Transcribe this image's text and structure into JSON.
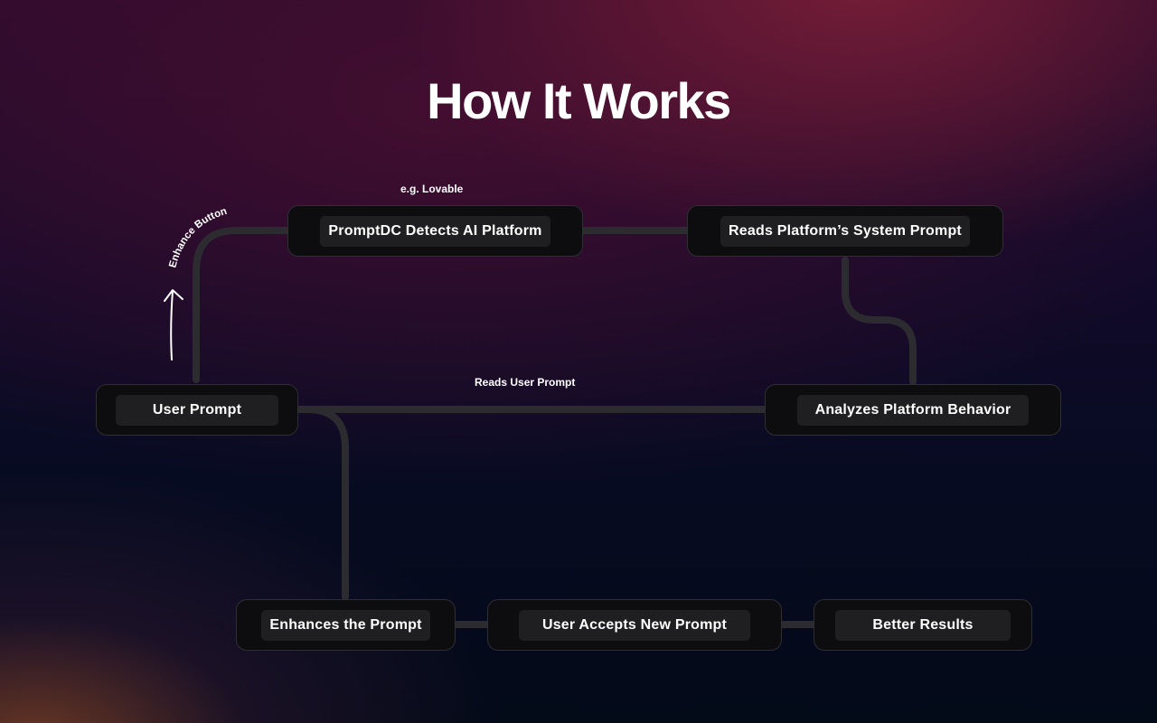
{
  "title": "How It Works",
  "nodes": {
    "detects": "PromptDC Detects AI Platform",
    "reads_system": "Reads Platform’s System Prompt",
    "user_prompt": "User Prompt",
    "analyzes": "Analyzes Platform Behavior",
    "enhances": "Enhances the Prompt",
    "accepts": "User Accepts New Prompt",
    "results": "Better Results"
  },
  "labels": {
    "example": "e.g. Lovable",
    "reads_user_prompt": "Reads User Prompt",
    "enhance_button": "Enhance Button"
  },
  "colors": {
    "connector": "#2c2c30",
    "node_bg": "#0d0d0f",
    "node_inner": "#1f1f22",
    "text": "#ffffff"
  }
}
